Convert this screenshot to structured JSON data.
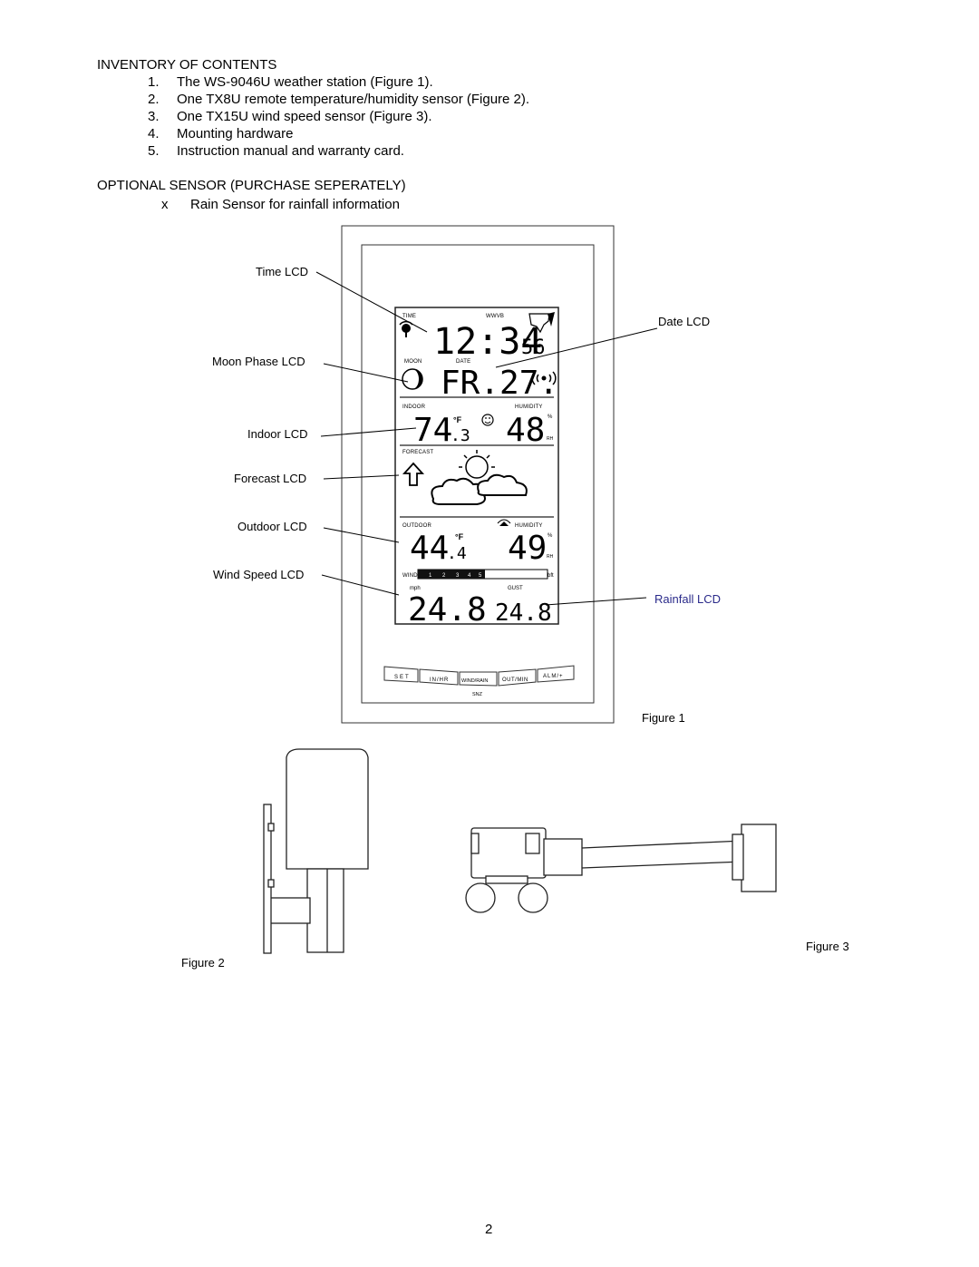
{
  "inventory": {
    "heading": "INVENTORY OF CONTENTS",
    "items": [
      {
        "num": "1.",
        "text": "The WS-9046U weather station (Figure 1)."
      },
      {
        "num": "2.",
        "text": "One TX8U remote temperature/humidity sensor (Figure 2)."
      },
      {
        "num": "3.",
        "text": "One TX15U wind speed sensor (Figure 3)."
      },
      {
        "num": "4.",
        "text": "Mounting hardware"
      },
      {
        "num": "5.",
        "text": "Instruction manual and warranty card."
      }
    ]
  },
  "optional": {
    "heading": "OPTIONAL SENSOR (PURCHASE SEPERATELY)",
    "bullet": "x",
    "item": "Rain Sensor for rainfall information"
  },
  "callouts": {
    "time": "Time LCD",
    "moon": "Moon Phase LCD",
    "indoor": "Indoor LCD",
    "forecast": "Forecast LCD",
    "outdoor": "Outdoor LCD",
    "wind": "Wind Speed LCD",
    "date": "Date LCD",
    "rainfall": "Rainfall LCD",
    "rainfall_color": "#2a2a8a"
  },
  "display": {
    "time_label": "TIME",
    "wwvb_label": "WWVB",
    "time_main": "12:34",
    "time_seconds": "56",
    "moon_label": "MOON",
    "date_label": "DATE",
    "date_value": "FR.27.",
    "indoor_label": "INDOOR",
    "humidity_label": "HUMIDITY",
    "indoor_temp_main": "74",
    "indoor_temp_dec": ".3",
    "unit_f": "°F",
    "indoor_humidity": "48",
    "percent": "%",
    "rh": "RH",
    "forecast_label": "FORECAST",
    "outdoor_label": "OUTDOOR",
    "outdoor_temp_main": "44",
    "outdoor_temp_dec": ".4",
    "outdoor_humidity": "49",
    "wind_label": "WIND",
    "wind_scale": [
      "1",
      "2",
      "3",
      "4",
      "5"
    ],
    "bft": "bft",
    "mph": "mph",
    "gust": "GUST",
    "wind_value": "24.8",
    "gust_value": "24.8"
  },
  "buttons": [
    "SET",
    "IN/HR",
    "WIND/RAIN",
    "OUT/MIN",
    "ALM/+"
  ],
  "snz": "SNZ",
  "figures": {
    "fig1": "Figure 1",
    "fig2": "Figure 2",
    "fig3": "Figure 3"
  },
  "page_number": "2"
}
